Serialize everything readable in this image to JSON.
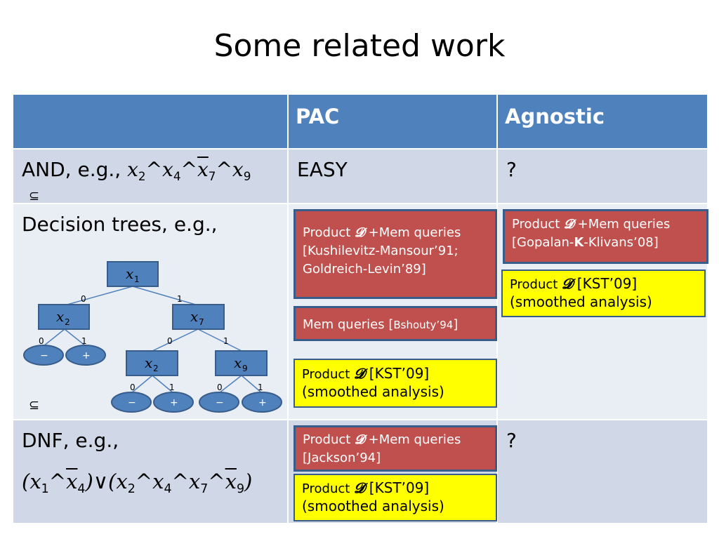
{
  "slide": {
    "title": "Some related work"
  },
  "table": {
    "header": {
      "col1": "",
      "col2": "PAC",
      "col3": "Agnostic"
    },
    "rows": {
      "and": {
        "label": "AND, e.g.,",
        "vars": [
          "2",
          "4",
          "7",
          "9"
        ],
        "pac": "EASY",
        "agnostic": "?"
      },
      "decision_trees": {
        "label": "Decision trees, e.g.,"
      },
      "dnf": {
        "label": "DNF, e.g.,",
        "agnostic": "?"
      },
      "subset_symbol": "⊆"
    }
  },
  "tree": {
    "root": {
      "var": "x",
      "sub": "1"
    },
    "left": {
      "var": "x",
      "sub": "2"
    },
    "right": {
      "var": "x",
      "sub": "7"
    },
    "right_left": {
      "var": "x",
      "sub": "2"
    },
    "right_right": {
      "var": "x",
      "sub": "9"
    },
    "edge_zero": "0",
    "edge_one": "1",
    "leaf_minus": "−",
    "leaf_plus": "+"
  },
  "boxes": {
    "dt_pac_mem": {
      "line1_pre": "Product ",
      "d": "𝓓",
      "line1_post": " +Mem queries",
      "line2": "[Kushilevitz-Mansour’91;",
      "line3": "Goldreich-Levin’89]"
    },
    "dt_pac_bshouty": {
      "pre": "Mem queries [",
      "cite": "Bshouty’94",
      "post": "]"
    },
    "dt_pac_kst": {
      "pre": "Product ",
      "d": "𝓓",
      "post": "  [KST’09]",
      "line2": "(smoothed analysis)"
    },
    "dt_agn_gkk": {
      "line1_pre": "Product ",
      "d": "𝓓",
      "line1_post": " +Mem queries",
      "line2_pre": "[Gopalan-",
      "line2_bold": "K",
      "line2_post": "-Klivans’08]"
    },
    "dt_agn_kst": {
      "pre": "Product ",
      "d": "𝓓",
      "post": "  [KST’09]",
      "line2": "(smoothed analysis)"
    },
    "dnf_pac_jackson": {
      "line1_pre": "Product ",
      "d": "𝓓",
      "line1_post": " +Mem queries",
      "line2": "[Jackson’94]"
    },
    "dnf_pac_kst": {
      "pre": "Product ",
      "d": "𝓓",
      "post": "  [KST’09]",
      "line2": "(smoothed analysis)"
    }
  },
  "colors": {
    "header": "#4f81bd",
    "band_a": "#d0d8e8",
    "band_b": "#e9edf4",
    "red_box": "#c0504d",
    "yellow_box": "#ffff00"
  }
}
